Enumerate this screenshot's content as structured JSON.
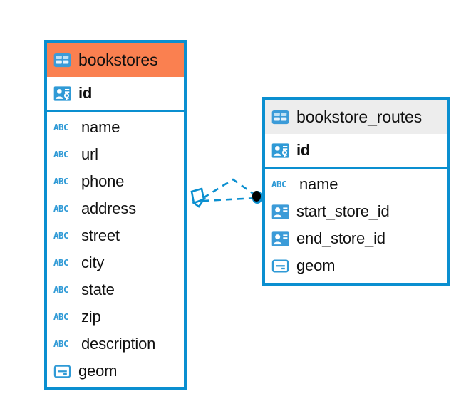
{
  "diagram": {
    "type": "entity-relationship-diagram",
    "background_color": "#ffffff",
    "border_color": "#0a8fd0",
    "entities": [
      {
        "name": "bookstores",
        "header_color": "#fa8050",
        "icon": "table-icon",
        "primary_key": {
          "name": "id",
          "icon": "primary-key-icon"
        },
        "fields": [
          {
            "name": "name",
            "icon": "text-type-icon",
            "type_label": "ABC"
          },
          {
            "name": "url",
            "icon": "text-type-icon",
            "type_label": "ABC"
          },
          {
            "name": "phone",
            "icon": "text-type-icon",
            "type_label": "ABC"
          },
          {
            "name": "address",
            "icon": "text-type-icon",
            "type_label": "ABC"
          },
          {
            "name": "street",
            "icon": "text-type-icon",
            "type_label": "ABC"
          },
          {
            "name": "city",
            "icon": "text-type-icon",
            "type_label": "ABC"
          },
          {
            "name": "state",
            "icon": "text-type-icon",
            "type_label": "ABC"
          },
          {
            "name": "zip",
            "icon": "text-type-icon",
            "type_label": "ABC"
          },
          {
            "name": "description",
            "icon": "text-type-icon",
            "type_label": "ABC"
          },
          {
            "name": "geom",
            "icon": "geometry-type-icon",
            "type_label": ""
          }
        ]
      },
      {
        "name": "bookstore_routes",
        "header_color": "#ededed",
        "icon": "table-icon",
        "primary_key": {
          "name": "id",
          "icon": "primary-key-icon"
        },
        "fields": [
          {
            "name": "name",
            "icon": "text-type-icon",
            "type_label": "ABC"
          },
          {
            "name": "start_store_id",
            "icon": "foreign-key-icon",
            "type_label": ""
          },
          {
            "name": "end_store_id",
            "icon": "foreign-key-icon",
            "type_label": ""
          },
          {
            "name": "geom",
            "icon": "geometry-type-icon",
            "type_label": ""
          }
        ]
      }
    ],
    "relationship": {
      "name": "bookstores-to-bookstore-routes",
      "line_style": "dashed",
      "line_color": "#0a8fd0",
      "source_marker": "diamond-marker",
      "target_marker": "filled-circle-marker",
      "target_marker_color": "#000000"
    }
  }
}
